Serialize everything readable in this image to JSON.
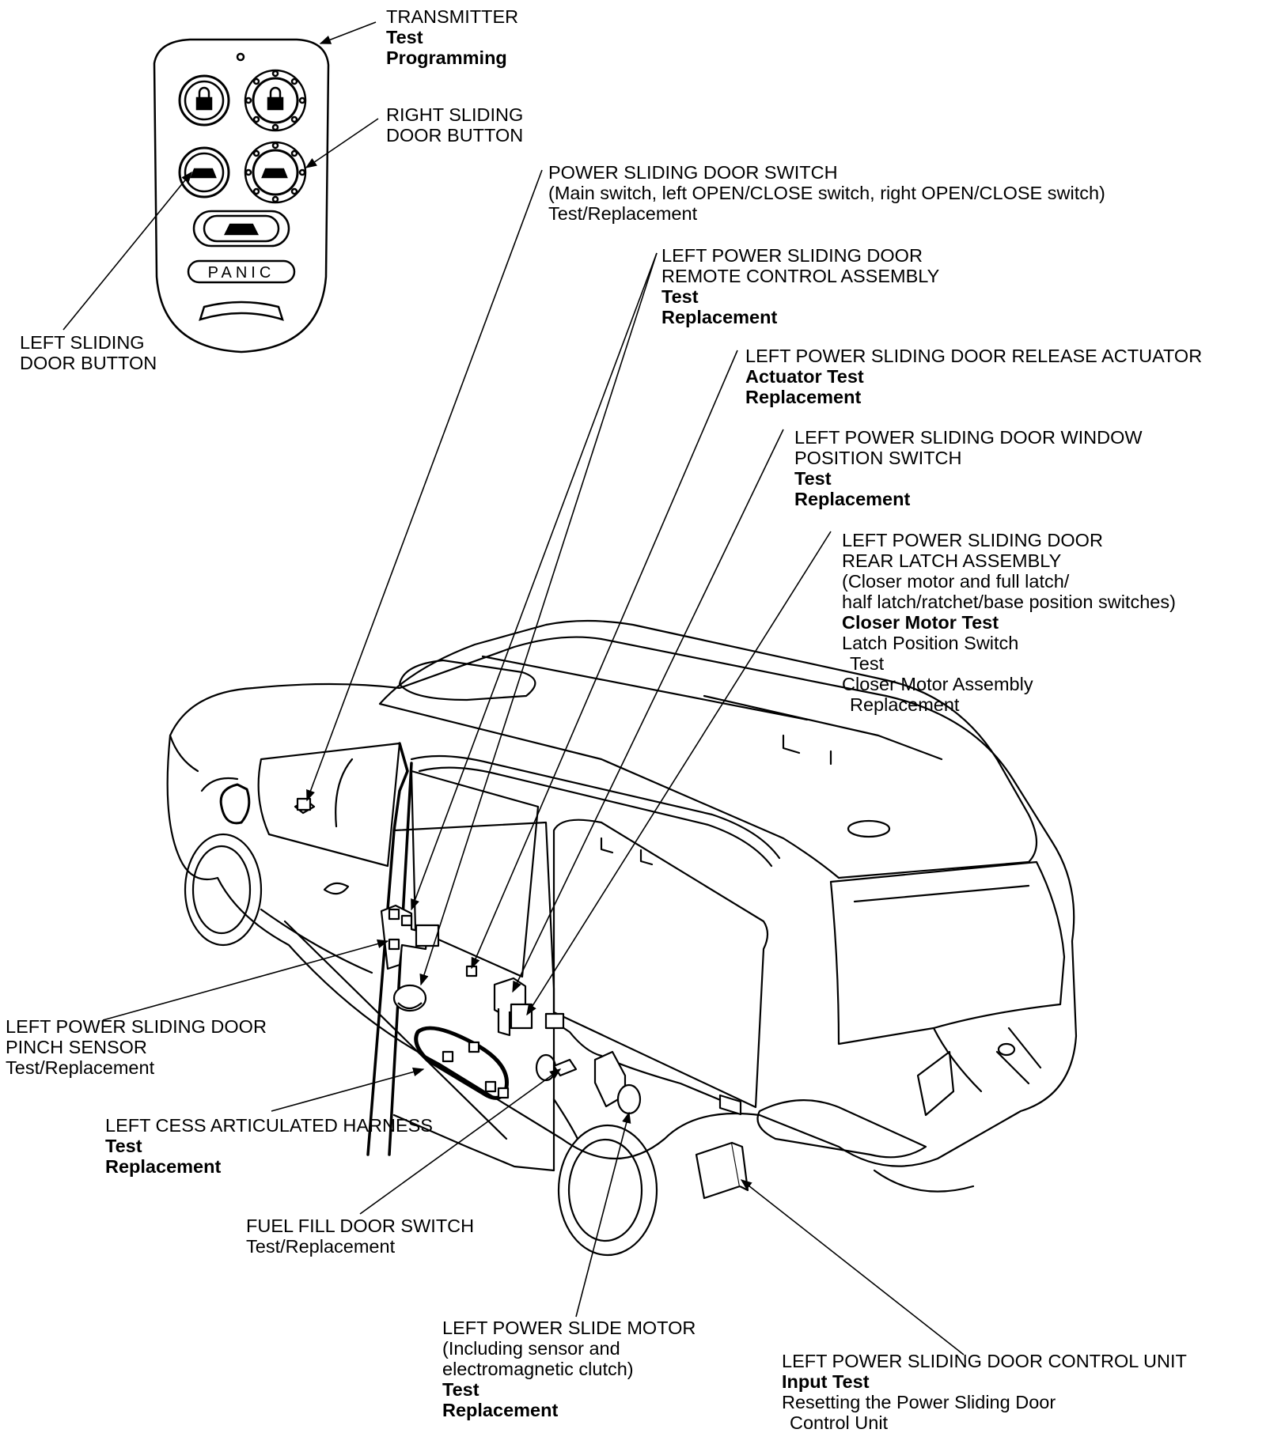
{
  "labels": {
    "transmitter": {
      "title": "TRANSMITTER",
      "l1": "Test",
      "l2": "Programming"
    },
    "right_button": {
      "l1": "RIGHT SLIDING",
      "l2": "DOOR BUTTON"
    },
    "left_button": {
      "l1": "LEFT SLIDING",
      "l2": "DOOR BUTTON"
    },
    "door_switch": {
      "title": "POWER SLIDING DOOR SWITCH",
      "note": "(Main switch, left OPEN/CLOSE switch, right OPEN/CLOSE switch)",
      "action": "Test/Replacement"
    },
    "remote_control": {
      "l1": "LEFT POWER SLIDING DOOR",
      "l2": "REMOTE CONTROL ASSEMBLY",
      "a1": "Test",
      "a2": "Replacement"
    },
    "release_actuator": {
      "title": "LEFT POWER SLIDING DOOR RELEASE ACTUATOR",
      "a1": "Actuator Test",
      "a2": "Replacement"
    },
    "window_switch": {
      "l1": "LEFT POWER SLIDING DOOR WINDOW",
      "l2": "POSITION SWITCH",
      "a1": "Test",
      "a2": "Replacement"
    },
    "rear_latch": {
      "l1": "LEFT POWER SLIDING DOOR",
      "l2": "REAR LATCH ASSEMBLY",
      "n1": "(Closer motor and full latch/",
      "n2": "half latch/ratchet/base position switches)",
      "a1": "Closer Motor Test",
      "a2": "Latch Position Switch",
      "a3": "Test",
      "a4": "Closer Motor Assembly",
      "a5": "Replacement"
    },
    "pinch_sensor": {
      "l1": "LEFT POWER SLIDING DOOR",
      "l2": "PINCH SENSOR",
      "action": "Test/Replacement"
    },
    "cess_harness": {
      "title": "LEFT CESS ARTICULATED HARNESS",
      "a1": "Test",
      "a2": "Replacement"
    },
    "fuel_switch": {
      "title": "FUEL FILL DOOR SWITCH",
      "action": "Test/Replacement"
    },
    "slide_motor": {
      "title": "LEFT POWER SLIDE MOTOR",
      "n1": "(Including sensor and",
      "n2": "electromagnetic clutch)",
      "a1": "Test",
      "a2": "Replacement"
    },
    "control_unit": {
      "title": "LEFT POWER SLIDING DOOR CONTROL UNIT",
      "a1": "Input Test",
      "a2": "Resetting the Power Sliding Door",
      "a3": "Control Unit"
    }
  },
  "remote": {
    "panic_label": "PANIC"
  }
}
